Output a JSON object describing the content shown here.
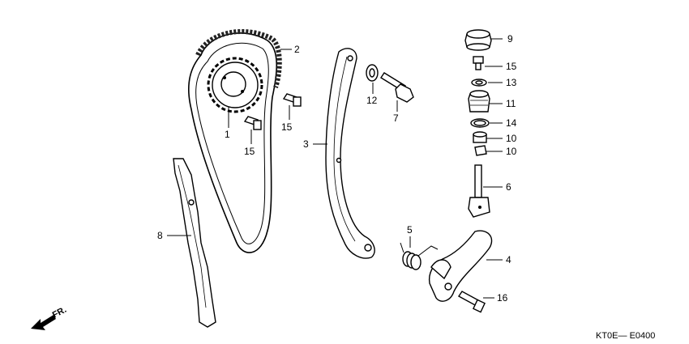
{
  "diagram": {
    "code": "KT0E— E0400",
    "direction_label": "FR.",
    "labels": {
      "p1": "1",
      "p2": "2",
      "p3": "3",
      "p4": "4",
      "p5": "5",
      "p6": "6",
      "p7": "7",
      "p8": "8",
      "p9": "9",
      "p10a": "10",
      "p10b": "10",
      "p11": "11",
      "p12": "12",
      "p13": "13",
      "p14": "14",
      "p15a": "15",
      "p15b": "15",
      "p15c": "15",
      "p16": "16"
    }
  }
}
